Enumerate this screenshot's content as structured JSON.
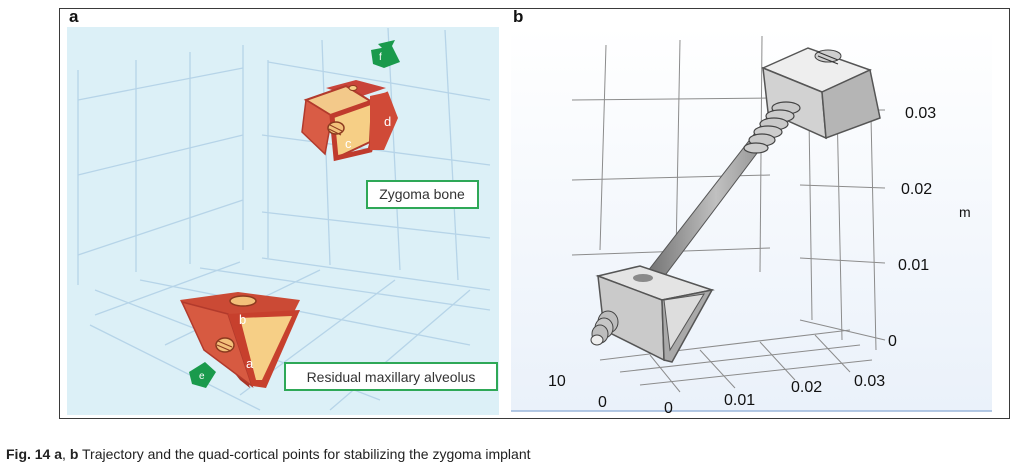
{
  "panel_a": {
    "letter": "a",
    "labels": {
      "a": "a",
      "b": "b",
      "c": "c",
      "d": "d",
      "e": "e",
      "f": "f"
    },
    "callouts": {
      "zygoma": "Zygoma bone",
      "maxillary": "Residual maxillary alveolus"
    }
  },
  "panel_b": {
    "letter": "b",
    "z_ticks": [
      "0.03",
      "0.02",
      "0.01",
      "0"
    ],
    "z_unit": "m",
    "x_ticks": [
      "0",
      "0.01",
      "0.02",
      "0.03"
    ],
    "y_ticks": [
      "10",
      "0"
    ]
  },
  "caption": {
    "fig_label": "Fig. 14",
    "panel_a": "a",
    "sep": ",",
    "panel_b": "b",
    "text": " Trajectory and the quad-cortical points for stabilizing the zygoma implant"
  },
  "colors": {
    "panel_a_bg": "#dcf0f7",
    "grid_a": "#b8d6ea",
    "block_red": "#d24f3a",
    "block_peach": "#f6cf86",
    "arrow_green": "#1a9a4c",
    "callout_border": "#2ea857"
  }
}
